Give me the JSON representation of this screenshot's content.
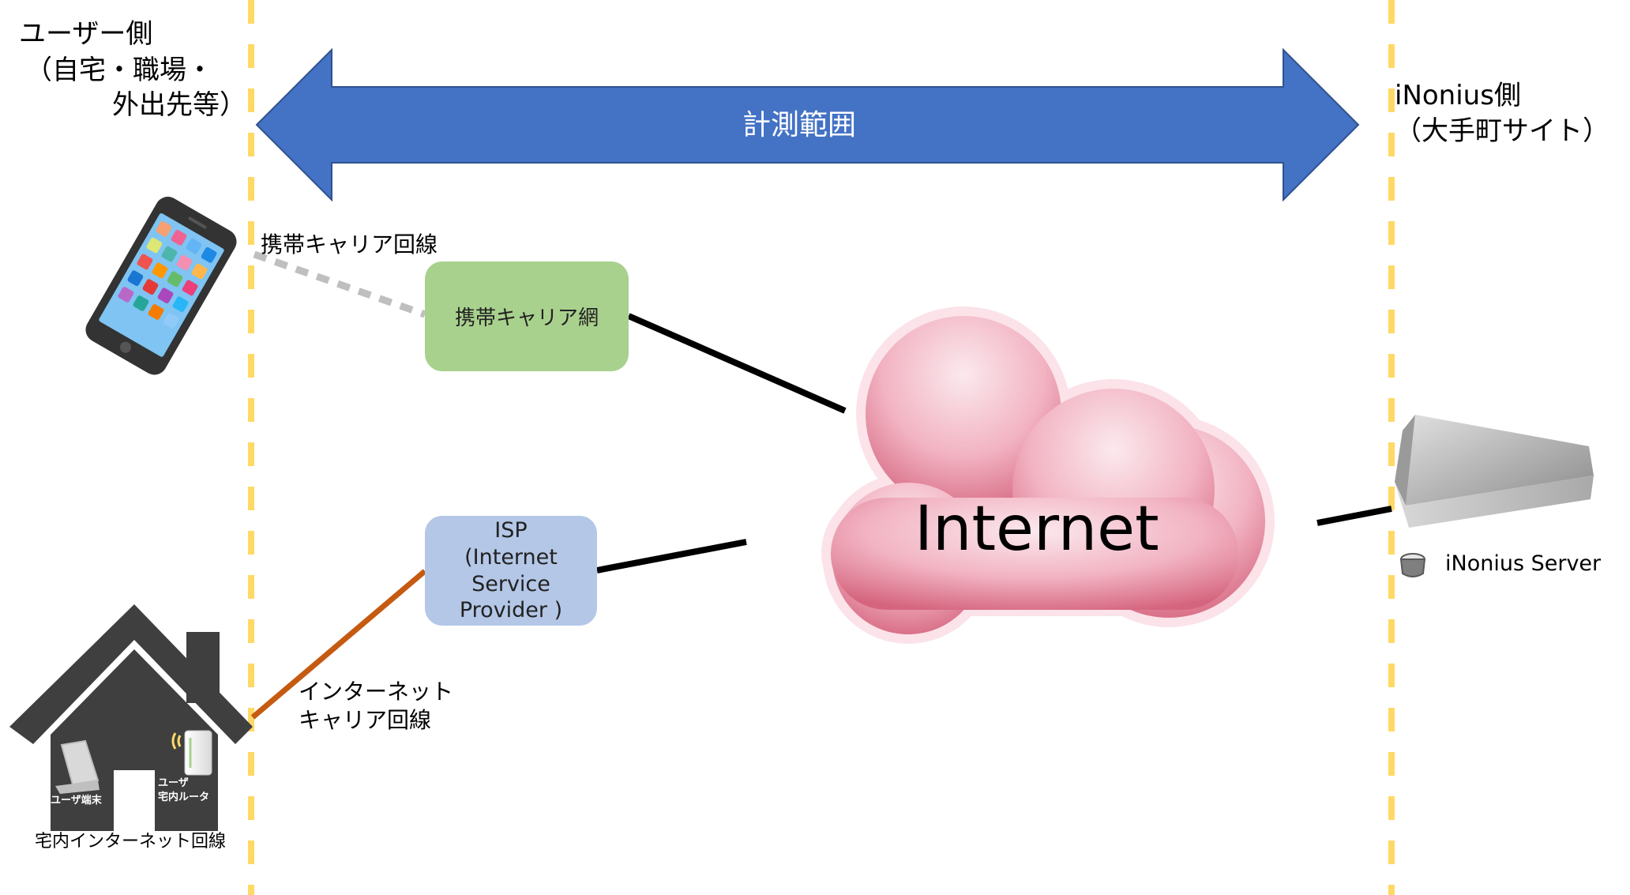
{
  "user_side": {
    "line1": "ユーザー側",
    "line2": "（自宅・職場・",
    "line3": "外出先等）"
  },
  "server_side": {
    "line1": "iNonius側",
    "line2": "（大手町サイト）"
  },
  "measurement_range": "計測範囲",
  "mobile_line_label": "携帯キャリア回線",
  "mobile_network": "携帯キャリア網",
  "isp": {
    "line1": "ISP",
    "line2": "(Internet",
    "line3": "Service",
    "line4": "Provider )"
  },
  "internet": "Internet",
  "internet_line_label": {
    "line1": "インターネット",
    "line2": "キャリア回線"
  },
  "server_label": "iNonius Server",
  "house": {
    "device_label": "ユーザ端末",
    "router_label_1": "ユーザ",
    "router_label_2": "宅内ルータ",
    "caption": "宅内インターネット回線"
  },
  "colors": {
    "arrow": "#4472c4",
    "boundary": "#ffd966",
    "mobile_box": "#a9d18e",
    "isp_box": "#b4c7e7",
    "internet_line": "#c55a11",
    "house": "#3f3f3f",
    "cloud": "#f4b8c4"
  }
}
